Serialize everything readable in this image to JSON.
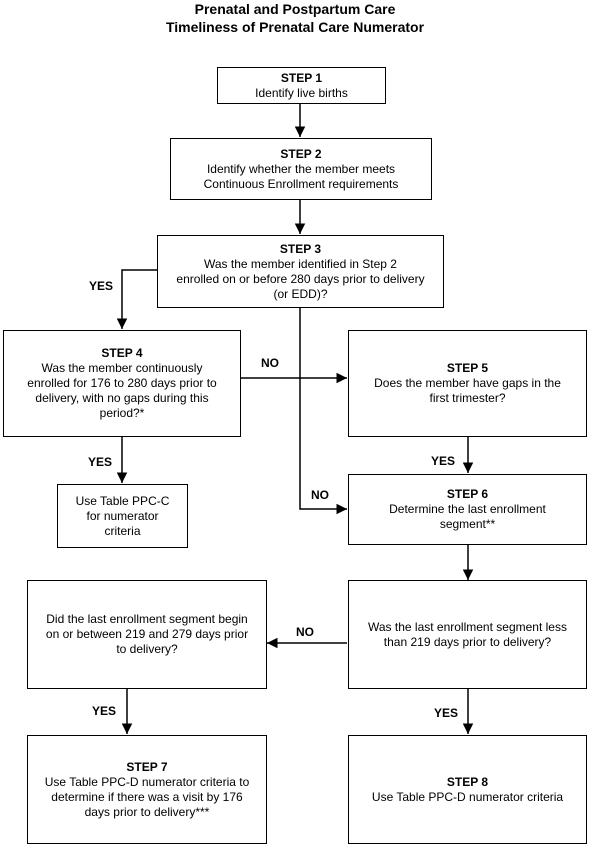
{
  "title_line1": "Prenatal and Postpartum Care",
  "title_line2": "Timeliness of Prenatal Care Numerator",
  "boxes": {
    "step1": {
      "heading": "STEP 1",
      "line1": "Identify live births"
    },
    "step2": {
      "heading": "STEP 2",
      "line1": "Identify whether the member meets",
      "line2": "Continuous Enrollment requirements"
    },
    "step3": {
      "heading": "STEP 3",
      "line1": "Was the member identified in Step 2",
      "line2": "enrolled on or before 280 days prior to delivery",
      "line3": "(or EDD)?"
    },
    "step4": {
      "heading": "STEP 4",
      "line1": "Was the member continuously",
      "line2": "enrolled for 176 to 280 days prior to",
      "line3": "delivery, with no gaps during this",
      "line4": "period?*"
    },
    "step5": {
      "heading": "STEP 5",
      "line1": "Does the member have gaps in the",
      "line2": "first trimester?"
    },
    "ppcc": {
      "line1": "Use Table PPC-C",
      "line2": "for numerator",
      "line3": "criteria"
    },
    "step6": {
      "heading": "STEP 6",
      "line1": "Determine the last enrollment",
      "line2": "segment**"
    },
    "q_left": {
      "line1": "Did the last enrollment segment begin",
      "line2": "on or between 219 and 279 days prior",
      "line3": "to delivery?"
    },
    "q_right": {
      "line1": "Was the last enrollment segment less",
      "line2": "than 219 days prior to delivery?"
    },
    "step7": {
      "heading": "STEP 7",
      "line1": "Use Table PPC-D numerator criteria to",
      "line2": "determine if there was a visit by 176",
      "line3": "days prior to delivery***"
    },
    "step8": {
      "heading": "STEP 8",
      "line1": "Use Table PPC-D numerator criteria"
    }
  },
  "labels": {
    "yes_step3": "YES",
    "no_step4": "NO",
    "yes_step4": "YES",
    "yes_step5": "YES",
    "no_step3": "NO",
    "no_qright": "NO",
    "yes_qleft": "YES",
    "yes_qright": "YES"
  }
}
